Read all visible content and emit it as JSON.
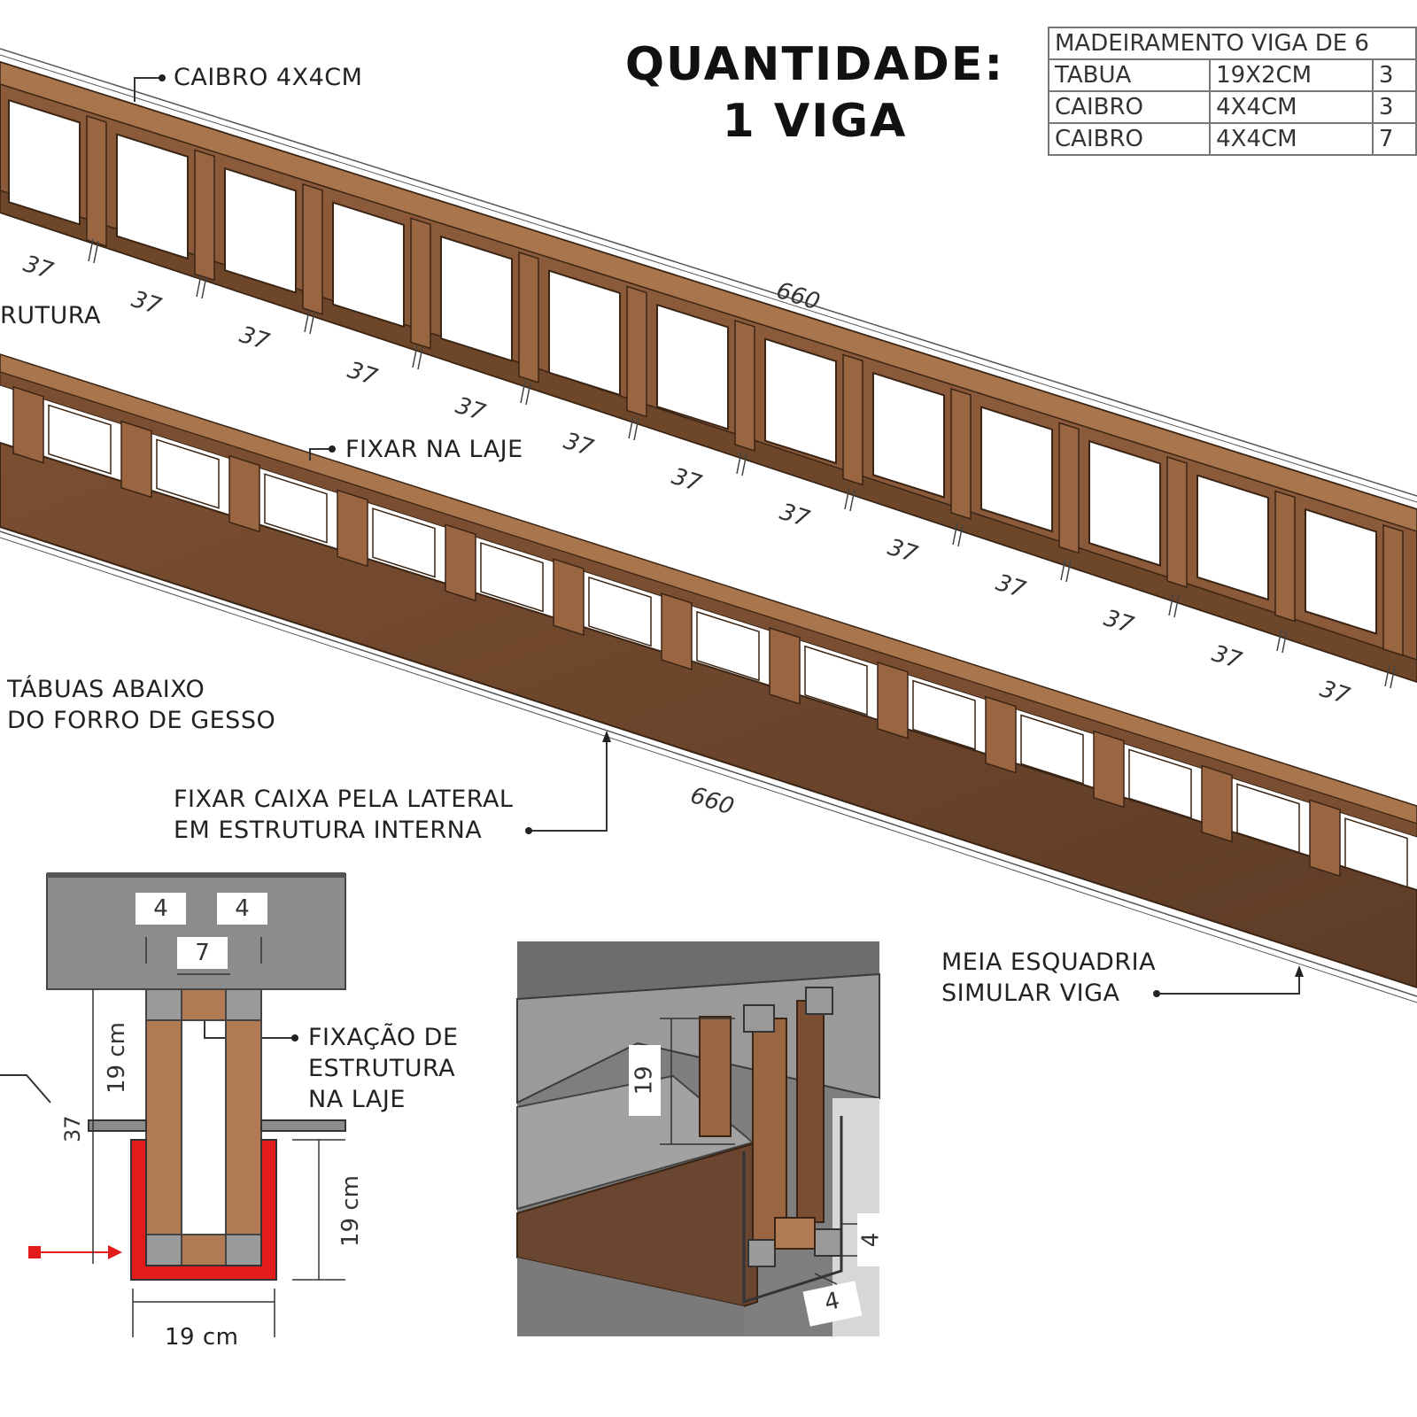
{
  "title": {
    "line1": "QUANTIDADE:",
    "line2": "1 VIGA"
  },
  "table": {
    "header": "MADEIRAMENTO VIGA DE 6",
    "rows": [
      {
        "item": "TABUA",
        "size": "19X2CM",
        "qty": "3"
      },
      {
        "item": "CAIBRO",
        "size": "4X4CM",
        "qty": "3"
      },
      {
        "item": "CAIBRO",
        "size": "4X4CM",
        "qty": "7"
      }
    ]
  },
  "callouts": {
    "caibro": "CAIBRO 4X4CM",
    "estrutura": "RUTURA",
    "fixar_laje": "FIXAR NA LAJE",
    "tabuas_1": "TÁBUAS ABAIXO",
    "tabuas_2": "DO FORRO DE GESSO",
    "fixar_caixa_1": "FIXAR CAIXA PELA LATERAL",
    "fixar_caixa_2": "EM ESTRUTURA INTERNA",
    "meia_1": "MEIA ESQUADRIA",
    "meia_2": "SIMULAR VIGA",
    "fixacao_1": "FIXAÇÃO DE",
    "fixacao_2": "ESTRUTURA",
    "fixacao_3": "NA LAJE"
  },
  "dimensions": {
    "spacing": "37",
    "length_top": "660",
    "length_bottom": "660",
    "sec_left": "4",
    "sec_right": "4",
    "sec_mid": "7",
    "sec_h_top": "19 cm",
    "sec_h_bottom": "19 cm",
    "sec_w": "19 cm",
    "sec_37": "37",
    "persp_h": "19",
    "persp_4a": "4",
    "persp_4b": "4"
  },
  "colors": {
    "wood": "#8a5a3a",
    "wood_light": "#b07a52",
    "wood_dark": "#5c3a24",
    "slab": "#8c8c8c",
    "finish": "#e21b1b"
  }
}
